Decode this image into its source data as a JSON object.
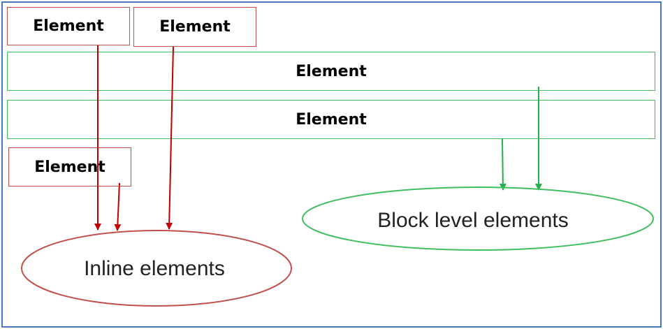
{
  "inline_boxes": [
    {
      "label": "Element"
    },
    {
      "label": "Element"
    },
    {
      "label": "Element"
    }
  ],
  "block_boxes": [
    {
      "label": "Element"
    },
    {
      "label": "Element"
    }
  ],
  "inline_group": {
    "label": "Inline elements",
    "color": "#c0504d"
  },
  "block_group": {
    "label": "Block level elements",
    "color": "#3fbf5f"
  },
  "frame_color": "#4a76bd"
}
